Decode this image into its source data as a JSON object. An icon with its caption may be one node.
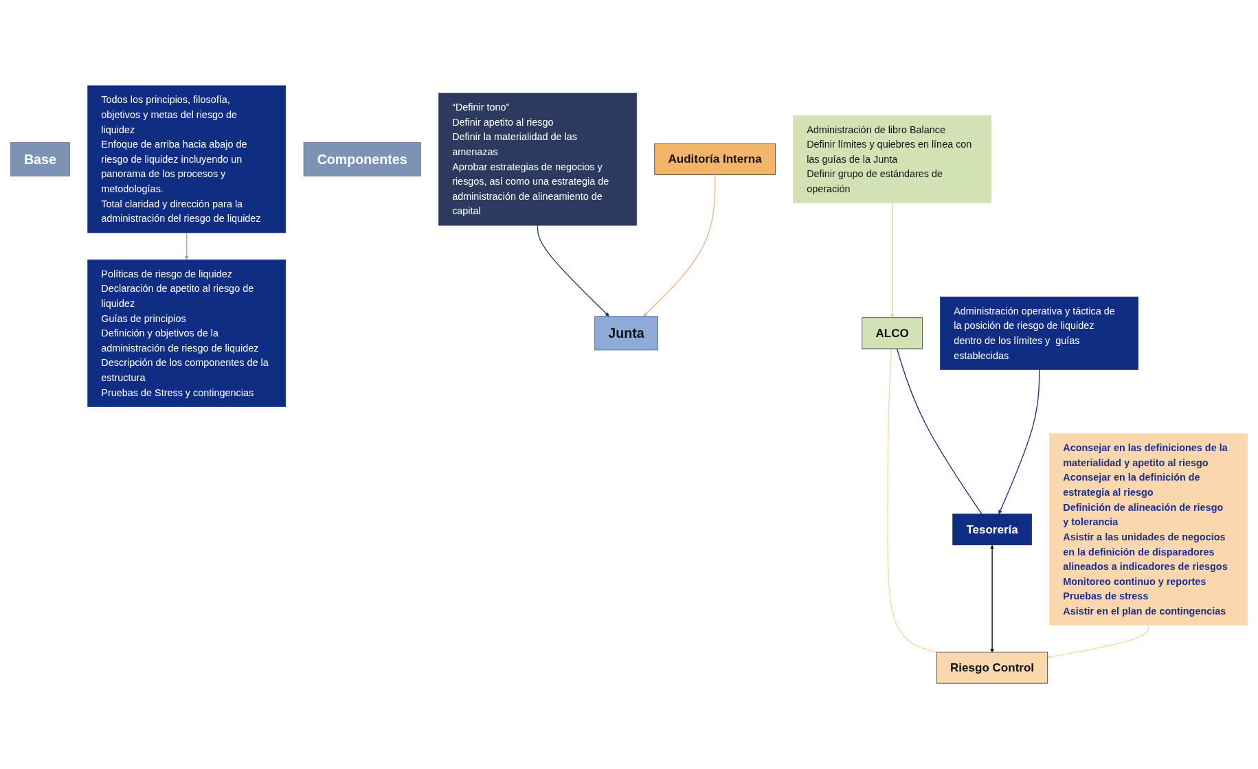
{
  "diagram": {
    "nodes": [
      {
        "text": [
          "Base"
        ]
      },
      {
        "text": [
          "Todos los principios, filosofía, objetivos y metas del riesgo de liquidez",
          "Enfoque de arriba hacia abajo de riesgo de liquidez incluyendo un panorama de los procesos y metodologías.",
          "Total claridad y dirección para la administración del riesgo de liquidez"
        ]
      },
      {
        "text": [
          "Componentes"
        ]
      },
      {
        "text": [
          "Políticas de riesgo de liquidez",
          "Declaración de apetito al riesgo de liquidez",
          "Guías de principios",
          "Definición y objetivos de la administración de riesgo de liquidez",
          "Descripción de los componentes de la estructura",
          "Pruebas de Stress y contingencias"
        ]
      },
      {
        "text": [
          "“Definir tono”",
          "Definir apetito al riesgo",
          "Definir la materialidad de las amenazas",
          "Aprobar estrategias de negocios y riesgos, así como una estrategia de administración de alineamiento de capital"
        ]
      },
      {
        "text": [
          "Junta"
        ]
      },
      {
        "text": [
          "ALCO"
        ]
      },
      {
        "text": [
          "Riesgo Control"
        ]
      },
      {
        "text": [
          "Auditoría Interna"
        ]
      },
      {
        "text": [
          "Tesorería"
        ]
      },
      {
        "text": [
          "Administración de libro Balance",
          "Definir límites y quiebres en línea con las guías de la Junta",
          "Definir grupo de estándares de operación"
        ]
      },
      {
        "text": [
          "Administración operativa y táctica de la posición de riesgo de liquidez dentro de los límites y  guías establecidas"
        ]
      },
      {
        "text": [
          "Aconsejar en las definiciones de la materialidad y apetito al riesgo",
          "Aconsejar en la definición de estrategia al riesgo",
          "Definición de alineación de riesgo y tolerancia",
          "Asistir a las unidades de negocios en la definición de disparadores alineados a indicadores de riesgos",
          "Monitoreo continuo y reportes",
          "Pruebas de stress",
          "Asistir en el plan de contingencias"
        ]
      }
    ],
    "edges": [
      {
        "from": 1,
        "to": 3,
        "arrow": "to",
        "color": "#8aa6cc"
      },
      {
        "from": 4,
        "to": 5,
        "arrow": "to",
        "color": "#1f3864"
      },
      {
        "from": 8,
        "to": 5,
        "arrow": "to",
        "color": "#f4b183"
      },
      {
        "from": 10,
        "to": 6,
        "arrow": "to",
        "color": "#c5d9a8"
      },
      {
        "from": 6,
        "to": 9,
        "arrow": "none",
        "color": "#0f2d82"
      },
      {
        "from": 6,
        "to": 7,
        "arrow": "none",
        "color": "#f8d7a8"
      },
      {
        "from": 9,
        "to": 7,
        "arrow": "both",
        "color": "#000000"
      },
      {
        "from": 11,
        "to": 9,
        "arrow": "to",
        "color": "#0f2d82"
      },
      {
        "from": 12,
        "to": 7,
        "arrow": "to",
        "color": "#f8d7a8"
      }
    ]
  }
}
